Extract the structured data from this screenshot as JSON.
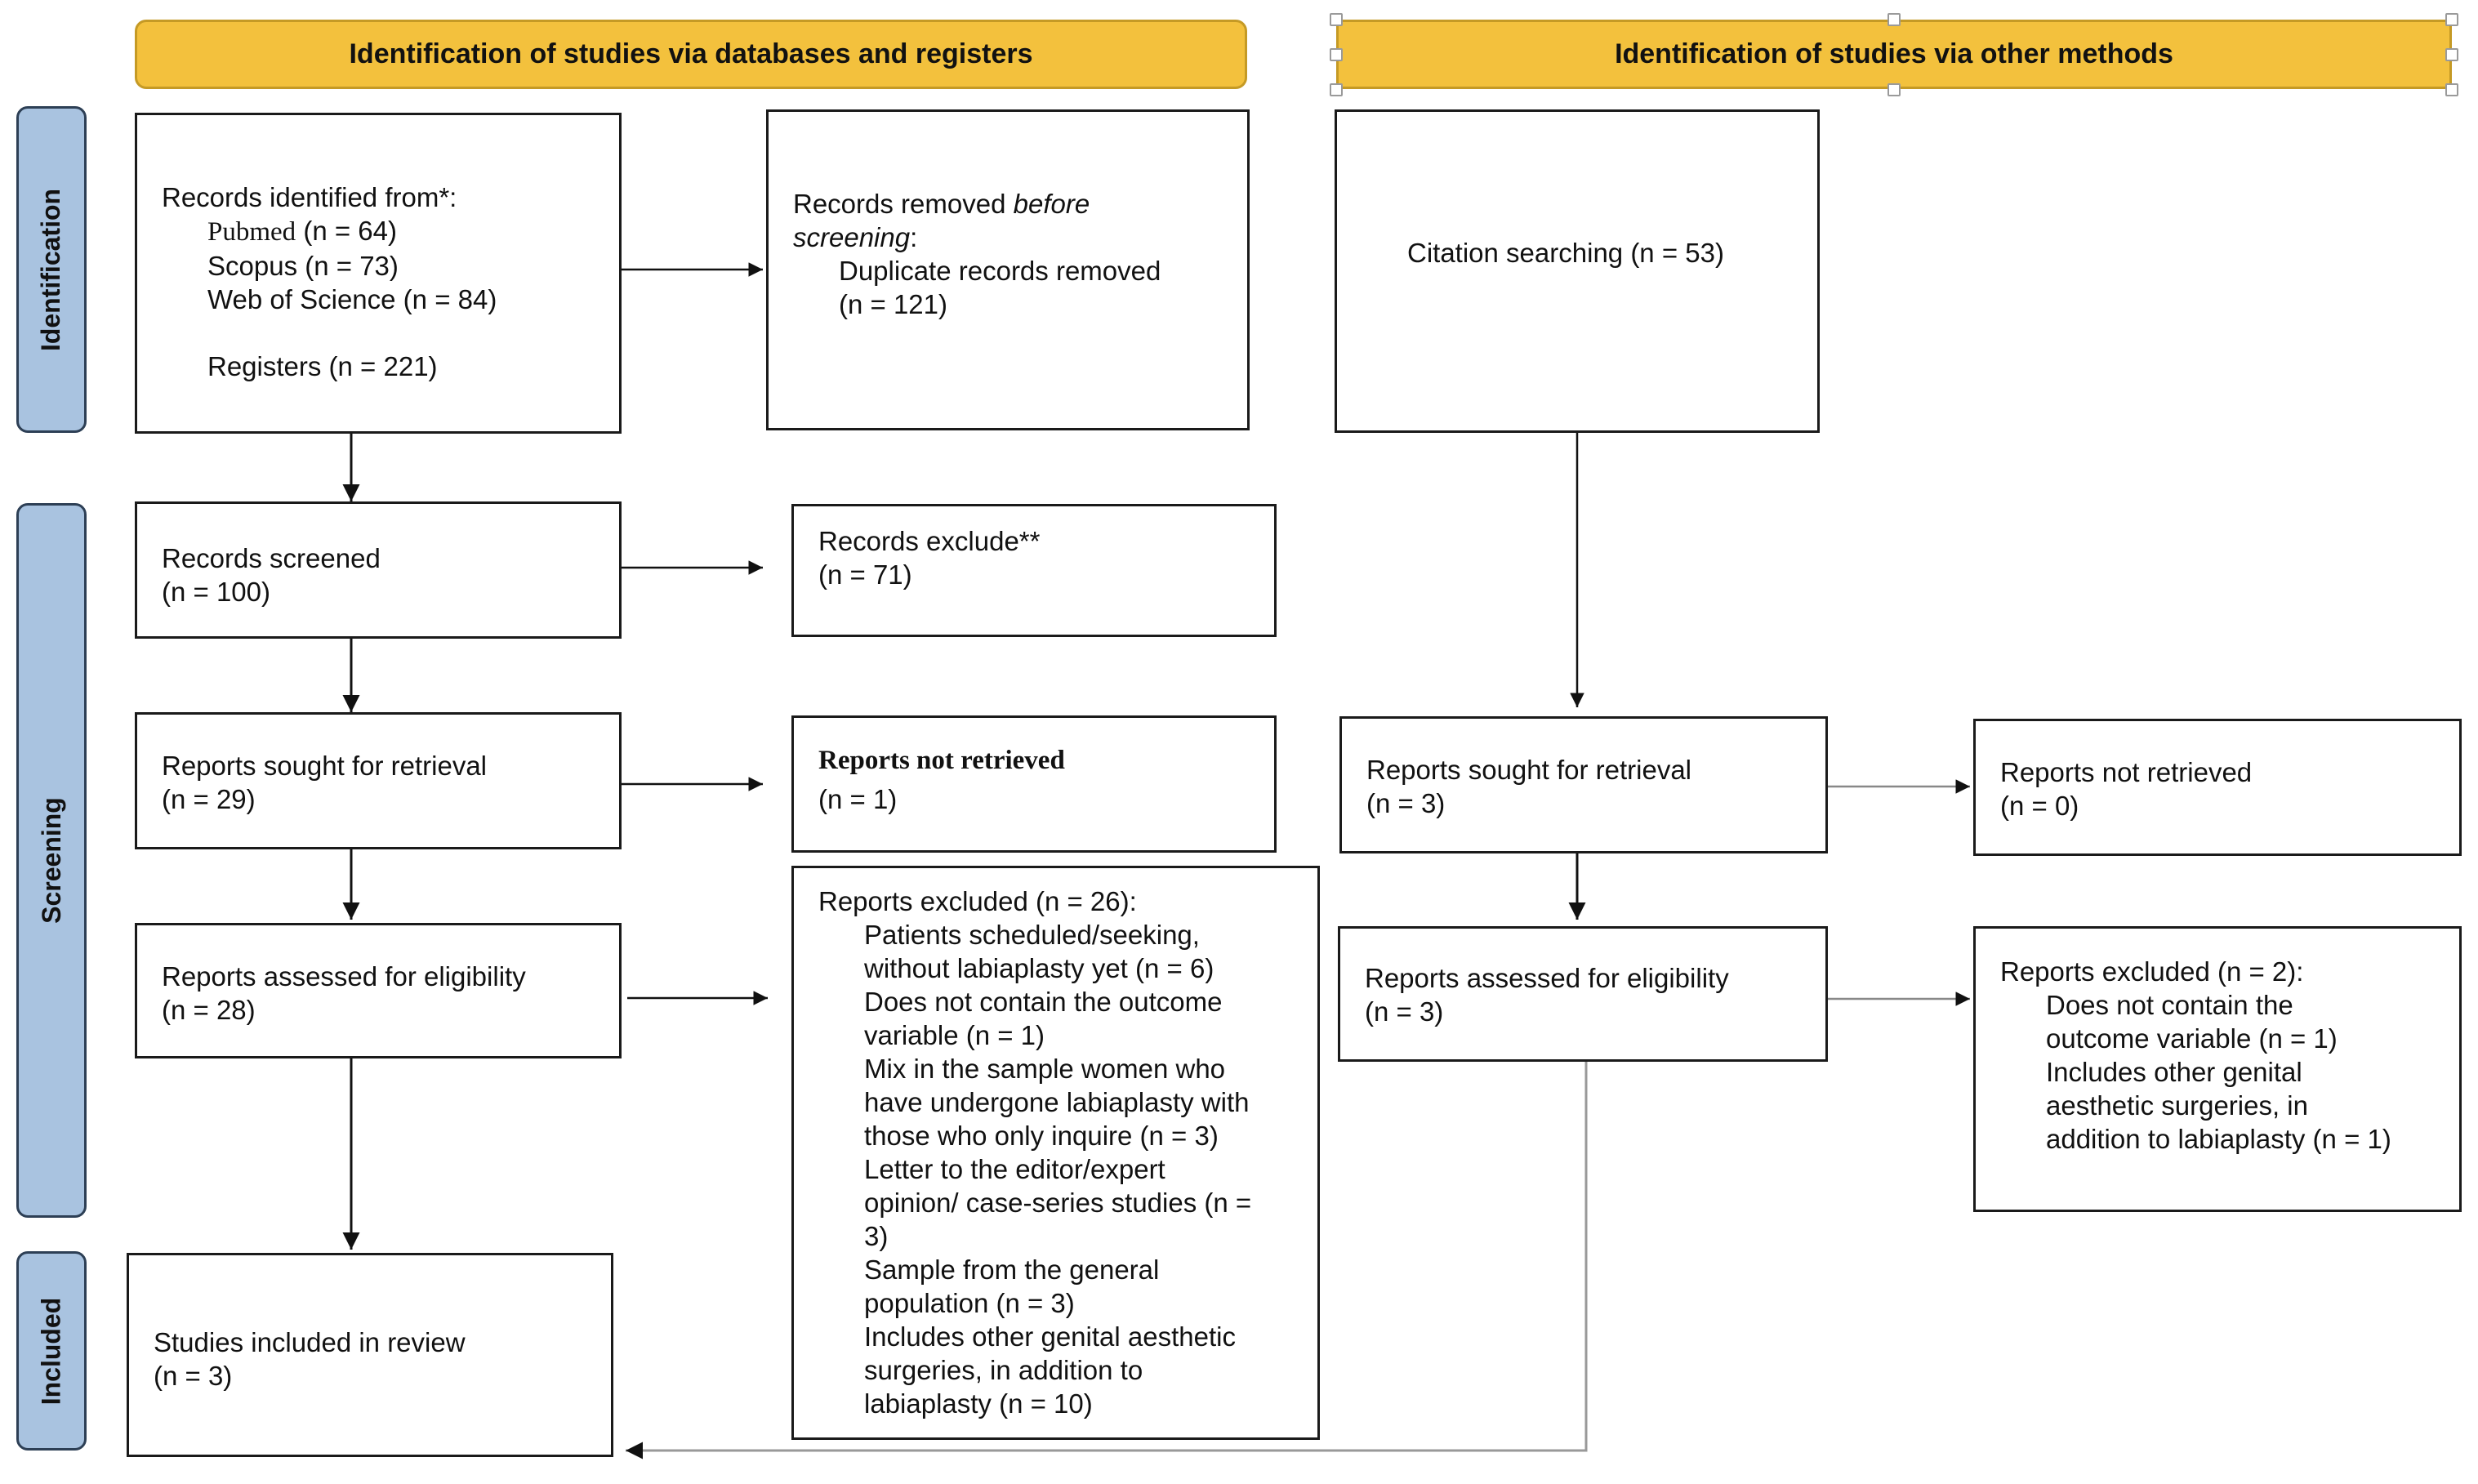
{
  "headers": {
    "databases": "Identification of studies via databases and registers",
    "other_methods": "Identification of studies via other methods"
  },
  "phases": {
    "identification": "Identification",
    "screening": "Screening",
    "included": "Included"
  },
  "records_identified": {
    "title": "Records identified from*:",
    "pubmed_name": "Pubmed",
    "pubmed_count": " (n = 64)",
    "scopus": "Scopus (n = 73)",
    "wos": "Web of Science (n = 84)",
    "registers": "Registers (n = 221)"
  },
  "records_removed": {
    "prefix": "Records removed ",
    "italic_before": "before",
    "italic_screening": "screening",
    "colon": ":",
    "duplicates": "Duplicate records removed",
    "duplicates_count": "(n = 121)"
  },
  "citation_searching": "Citation searching (n = 53)",
  "records_screened": {
    "title": "Records screened",
    "count": "(n = 100)"
  },
  "records_excluded": {
    "title": "Records exclude**",
    "count": "(n = 71)"
  },
  "db_sought": {
    "title": "Reports sought for retrieval",
    "count": "(n = 29)"
  },
  "db_not_retrieved": {
    "title": "Reports not retrieved",
    "count": "(n = 1)"
  },
  "db_assessed": {
    "title": "Reports assessed for eligibility",
    "count": "(n = 28)"
  },
  "db_excluded": {
    "title": "Reports excluded (n = 26):",
    "lines": [
      "Patients scheduled/seeking,",
      "without labiaplasty yet (n = 6)",
      "Does not contain the outcome",
      "variable (n = 1)",
      "Mix in the sample women who",
      "have undergone labiaplasty with",
      "those who only inquire (n = 3)",
      "Letter to the editor/expert",
      "opinion/ case-series studies (n =",
      "3)",
      "Sample from the general",
      "population (n = 3)",
      "Includes other genital aesthetic",
      "surgeries, in addition to",
      "labiaplasty (n = 10)"
    ]
  },
  "included": {
    "title": "Studies included in review",
    "count": "(n = 3)"
  },
  "om_sought": {
    "title": "Reports sought for retrieval",
    "count": "(n = 3)"
  },
  "om_not_retrieved": {
    "title": "Reports not retrieved",
    "count": "(n = 0)"
  },
  "om_assessed": {
    "title": "Reports assessed for eligibility",
    "count": "(n = 3)"
  },
  "om_excluded": {
    "title": "Reports excluded (n = 2):",
    "lines": [
      "Does not contain the",
      "outcome variable (n = 1)",
      "Includes other genital",
      "aesthetic surgeries, in",
      "addition to labiaplasty (n = 1)"
    ]
  }
}
